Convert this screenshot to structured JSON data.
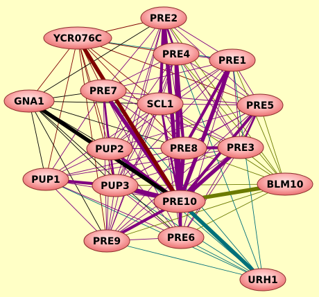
{
  "graph": {
    "nodes": [
      {
        "id": "PRE2",
        "label": "PRE2"
      },
      {
        "id": "YCR076C",
        "label": "YCR076C"
      },
      {
        "id": "PRE4",
        "label": "PRE4"
      },
      {
        "id": "PRE1",
        "label": "PRE1"
      },
      {
        "id": "GNA1",
        "label": "GNA1"
      },
      {
        "id": "PRE7",
        "label": "PRE7"
      },
      {
        "id": "SCL1",
        "label": "SCL1"
      },
      {
        "id": "PRE5",
        "label": "PRE5"
      },
      {
        "id": "PUP2",
        "label": "PUP2"
      },
      {
        "id": "PRE8",
        "label": "PRE8"
      },
      {
        "id": "PRE3",
        "label": "PRE3"
      },
      {
        "id": "PUP1",
        "label": "PUP1"
      },
      {
        "id": "PUP3",
        "label": "PUP3"
      },
      {
        "id": "PRE10",
        "label": "PRE10"
      },
      {
        "id": "BLM10",
        "label": "BLM10"
      },
      {
        "id": "PRE9",
        "label": "PRE9"
      },
      {
        "id": "PRE6",
        "label": "PRE6"
      },
      {
        "id": "URH1",
        "label": "URH1"
      }
    ],
    "edges": [
      {
        "source": "PRE7",
        "target": "PRE10",
        "color": "#800080",
        "weight": 4
      },
      {
        "source": "PRE2",
        "target": "PRE10",
        "color": "#800080",
        "weight": 4
      },
      {
        "source": "PRE4",
        "target": "PRE10",
        "color": "#800080",
        "weight": 4
      },
      {
        "source": "PRE1",
        "target": "PRE10",
        "color": "#800080",
        "weight": 4
      },
      {
        "source": "PRE5",
        "target": "PRE10",
        "color": "#800080",
        "weight": 3
      },
      {
        "source": "PRE3",
        "target": "PRE10",
        "color": "#800080",
        "weight": 4
      },
      {
        "source": "PRE8",
        "target": "PRE10",
        "color": "#800080",
        "weight": 4
      },
      {
        "source": "PUP3",
        "target": "PRE10",
        "color": "#800080",
        "weight": 5
      },
      {
        "source": "PUP2",
        "target": "PRE10",
        "color": "#800080",
        "weight": 3
      },
      {
        "source": "PUP1",
        "target": "PUP3",
        "color": "#800080",
        "weight": 3
      },
      {
        "source": "PRE9",
        "target": "PRE10",
        "color": "#800080",
        "weight": 3
      },
      {
        "source": "PRE6",
        "target": "PRE10",
        "color": "#800080",
        "weight": 3
      },
      {
        "source": "PRE4",
        "target": "PRE8",
        "color": "#800080",
        "weight": 3
      },
      {
        "source": "PRE2",
        "target": "SCL1",
        "color": "#800080",
        "weight": 3
      },
      {
        "source": "PRE1",
        "target": "PRE8",
        "color": "#800080",
        "weight": 3
      },
      {
        "source": "PRE8",
        "target": "PRE3",
        "color": "#800080",
        "weight": 3
      },
      {
        "source": "PRE2",
        "target": "PRE4",
        "color": "#800080",
        "weight": 2
      },
      {
        "source": "PRE5",
        "target": "PRE3",
        "color": "#800080",
        "weight": 2
      },
      {
        "source": "PUP2",
        "target": "PUP3",
        "color": "#800080",
        "weight": 2
      },
      {
        "source": "PRE7",
        "target": "PUP2",
        "color": "#800080",
        "weight": 2
      },
      {
        "source": "YCR076C",
        "target": "PRE10",
        "color": "#800000",
        "weight": 4
      },
      {
        "source": "GNA1",
        "target": "PRE10",
        "color": "#000000",
        "weight": 4
      },
      {
        "source": "BLM10",
        "target": "PRE10",
        "color": "#6b7a00",
        "weight": 4
      },
      {
        "source": "URH1",
        "target": "PRE10",
        "color": "#00707a",
        "weight": 4
      },
      {
        "source": "PRE3",
        "target": "BLM10",
        "color": "#6b7a00",
        "weight": 1
      },
      {
        "source": "PRE5",
        "target": "BLM10",
        "color": "#6b7a00",
        "weight": 1
      },
      {
        "source": "PRE1",
        "target": "BLM10",
        "color": "#6b7a00",
        "weight": 1
      },
      {
        "source": "PRE4",
        "target": "BLM10",
        "color": "#6b7a00",
        "weight": 1
      },
      {
        "source": "SCL1",
        "target": "BLM10",
        "color": "#6b7a00",
        "weight": 1
      },
      {
        "source": "PRE8",
        "target": "BLM10",
        "color": "#6b7a00",
        "weight": 1
      },
      {
        "source": "PUP3",
        "target": "BLM10",
        "color": "#6b7a00",
        "weight": 1
      },
      {
        "source": "PRE6",
        "target": "BLM10",
        "color": "#6b7a00",
        "weight": 1
      },
      {
        "source": "PRE2",
        "target": "BLM10",
        "color": "#6b7a00",
        "weight": 1
      },
      {
        "source": "PUP2",
        "target": "URH1",
        "color": "#00707a",
        "weight": 1
      },
      {
        "source": "PRE9",
        "target": "URH1",
        "color": "#00707a",
        "weight": 1
      },
      {
        "source": "PRE6",
        "target": "URH1",
        "color": "#00707a",
        "weight": 1
      },
      {
        "source": "PUP1",
        "target": "URH1",
        "color": "#00707a",
        "weight": 1
      },
      {
        "source": "PUP3",
        "target": "URH1",
        "color": "#00707a",
        "weight": 1
      },
      {
        "source": "YCR076C",
        "target": "PRE2",
        "color": "#800000",
        "weight": 1
      },
      {
        "source": "YCR076C",
        "target": "PRE4",
        "color": "#800000",
        "weight": 1
      },
      {
        "source": "YCR076C",
        "target": "PRE1",
        "color": "#00707a",
        "weight": 1
      },
      {
        "source": "YCR076C",
        "target": "GNA1",
        "color": "#800000",
        "weight": 1
      },
      {
        "source": "YCR076C",
        "target": "PRE7",
        "color": "#800000",
        "weight": 1
      },
      {
        "source": "YCR076C",
        "target": "SCL1",
        "color": "#800000",
        "weight": 1
      },
      {
        "source": "YCR076C",
        "target": "PUP2",
        "color": "#800000",
        "weight": 1
      },
      {
        "source": "YCR076C",
        "target": "PUP1",
        "color": "#800000",
        "weight": 1
      },
      {
        "source": "YCR076C",
        "target": "PUP3",
        "color": "#800000",
        "weight": 1
      },
      {
        "source": "YCR076C",
        "target": "PRE8",
        "color": "#800000",
        "weight": 1
      },
      {
        "source": "YCR076C",
        "target": "PRE9",
        "color": "#800000",
        "weight": 1
      },
      {
        "source": "YCR076C",
        "target": "PRE5",
        "color": "#800000",
        "weight": 1
      },
      {
        "source": "GNA1",
        "target": "PUP2",
        "color": "#000000",
        "weight": 1
      },
      {
        "source": "GNA1",
        "target": "PUP3",
        "color": "#000000",
        "weight": 1
      },
      {
        "source": "GNA1",
        "target": "PRE9",
        "color": "#000000",
        "weight": 1
      },
      {
        "source": "GNA1",
        "target": "PRE7",
        "color": "#000000",
        "weight": 1
      },
      {
        "source": "GNA1",
        "target": "SCL1",
        "color": "#000000",
        "weight": 1
      },
      {
        "source": "GNA1",
        "target": "PRE8",
        "color": "#000000",
        "weight": 1
      },
      {
        "source": "GNA1",
        "target": "PUP1",
        "color": "#000000",
        "weight": 1
      },
      {
        "source": "GNA1",
        "target": "PRE2",
        "color": "#000000",
        "weight": 1
      },
      {
        "source": "GNA1",
        "target": "PRE6",
        "color": "#000000",
        "weight": 1
      },
      {
        "source": "PRE7",
        "target": "PRE2",
        "color": "#800080",
        "weight": 1
      },
      {
        "source": "PRE7",
        "target": "PRE4",
        "color": "#800080",
        "weight": 1
      },
      {
        "source": "PRE7",
        "target": "PRE1",
        "color": "#800080",
        "weight": 1
      },
      {
        "source": "PRE7",
        "target": "SCL1",
        "color": "#800080",
        "weight": 1
      },
      {
        "source": "PRE7",
        "target": "PRE5",
        "color": "#800080",
        "weight": 1
      },
      {
        "source": "PRE7",
        "target": "PRE8",
        "color": "#800080",
        "weight": 1
      },
      {
        "source": "PRE7",
        "target": "PRE3",
        "color": "#800080",
        "weight": 1
      },
      {
        "source": "PRE7",
        "target": "PUP1",
        "color": "#800080",
        "weight": 1
      },
      {
        "source": "PRE7",
        "target": "PUP3",
        "color": "#800080",
        "weight": 1
      },
      {
        "source": "PRE7",
        "target": "PRE9",
        "color": "#800080",
        "weight": 1
      },
      {
        "source": "PRE7",
        "target": "PRE6",
        "color": "#800080",
        "weight": 1
      },
      {
        "source": "PRE2",
        "target": "PRE1",
        "color": "#800080",
        "weight": 1
      },
      {
        "source": "PRE2",
        "target": "PRE5",
        "color": "#800080",
        "weight": 1
      },
      {
        "source": "PRE2",
        "target": "PUP2",
        "color": "#800080",
        "weight": 1
      },
      {
        "source": "PRE2",
        "target": "PRE8",
        "color": "#800080",
        "weight": 1
      },
      {
        "source": "PRE2",
        "target": "PRE3",
        "color": "#800080",
        "weight": 1
      },
      {
        "source": "PRE2",
        "target": "PUP3",
        "color": "#800080",
        "weight": 1
      },
      {
        "source": "PRE4",
        "target": "PRE1",
        "color": "#800080",
        "weight": 1
      },
      {
        "source": "PRE4",
        "target": "SCL1",
        "color": "#800080",
        "weight": 1
      },
      {
        "source": "PRE4",
        "target": "PRE5",
        "color": "#800080",
        "weight": 1
      },
      {
        "source": "PRE4",
        "target": "PUP2",
        "color": "#800080",
        "weight": 1
      },
      {
        "source": "PRE4",
        "target": "PRE3",
        "color": "#800080",
        "weight": 1
      },
      {
        "source": "PRE4",
        "target": "PUP3",
        "color": "#800080",
        "weight": 1
      },
      {
        "source": "PRE4",
        "target": "PRE9",
        "color": "#800080",
        "weight": 1
      },
      {
        "source": "PRE1",
        "target": "SCL1",
        "color": "#800080",
        "weight": 1
      },
      {
        "source": "PRE1",
        "target": "PRE5",
        "color": "#800080",
        "weight": 1
      },
      {
        "source": "PRE1",
        "target": "PUP2",
        "color": "#800080",
        "weight": 1
      },
      {
        "source": "PRE1",
        "target": "PRE3",
        "color": "#800080",
        "weight": 1
      },
      {
        "source": "PRE1",
        "target": "PUP3",
        "color": "#800080",
        "weight": 1
      },
      {
        "source": "PRE1",
        "target": "PRE6",
        "color": "#800080",
        "weight": 1
      },
      {
        "source": "SCL1",
        "target": "PRE5",
        "color": "#800080",
        "weight": 1
      },
      {
        "source": "SCL1",
        "target": "PUP2",
        "color": "#800080",
        "weight": 1
      },
      {
        "source": "SCL1",
        "target": "PRE8",
        "color": "#800080",
        "weight": 1
      },
      {
        "source": "SCL1",
        "target": "PRE3",
        "color": "#800080",
        "weight": 1
      },
      {
        "source": "SCL1",
        "target": "PUP1",
        "color": "#800080",
        "weight": 1
      },
      {
        "source": "SCL1",
        "target": "PUP3",
        "color": "#800080",
        "weight": 1
      },
      {
        "source": "SCL1",
        "target": "PRE10",
        "color": "#800080",
        "weight": 2
      },
      {
        "source": "SCL1",
        "target": "PRE9",
        "color": "#800080",
        "weight": 1
      },
      {
        "source": "SCL1",
        "target": "PRE6",
        "color": "#800080",
        "weight": 1
      },
      {
        "source": "PRE5",
        "target": "PUP2",
        "color": "#800080",
        "weight": 1
      },
      {
        "source": "PRE5",
        "target": "PRE8",
        "color": "#800080",
        "weight": 1
      },
      {
        "source": "PRE5",
        "target": "PUP3",
        "color": "#800080",
        "weight": 1
      },
      {
        "source": "PRE5",
        "target": "PRE9",
        "color": "#800080",
        "weight": 1
      },
      {
        "source": "PRE5",
        "target": "PRE6",
        "color": "#800080",
        "weight": 1
      },
      {
        "source": "PUP2",
        "target": "PRE8",
        "color": "#800080",
        "weight": 1
      },
      {
        "source": "PUP2",
        "target": "PRE3",
        "color": "#800080",
        "weight": 1
      },
      {
        "source": "PUP2",
        "target": "PUP1",
        "color": "#800080",
        "weight": 1
      },
      {
        "source": "PUP2",
        "target": "PRE9",
        "color": "#800080",
        "weight": 1
      },
      {
        "source": "PUP2",
        "target": "PRE6",
        "color": "#800080",
        "weight": 1
      },
      {
        "source": "PRE8",
        "target": "PUP1",
        "color": "#800080",
        "weight": 1
      },
      {
        "source": "PRE8",
        "target": "PUP3",
        "color": "#800080",
        "weight": 1
      },
      {
        "source": "PRE8",
        "target": "PRE9",
        "color": "#800080",
        "weight": 1
      },
      {
        "source": "PRE8",
        "target": "PRE6",
        "color": "#800080",
        "weight": 1
      },
      {
        "source": "PRE3",
        "target": "PUP1",
        "color": "#800080",
        "weight": 1
      },
      {
        "source": "PRE3",
        "target": "PUP3",
        "color": "#800080",
        "weight": 1
      },
      {
        "source": "PRE3",
        "target": "PRE9",
        "color": "#800080",
        "weight": 1
      },
      {
        "source": "PRE3",
        "target": "PRE6",
        "color": "#800080",
        "weight": 1
      },
      {
        "source": "PUP1",
        "target": "PRE10",
        "color": "#800080",
        "weight": 1
      },
      {
        "source": "PUP1",
        "target": "PRE9",
        "color": "#800080",
        "weight": 1
      },
      {
        "source": "PUP1",
        "target": "PRE6",
        "color": "#800080",
        "weight": 1
      },
      {
        "source": "PUP3",
        "target": "PRE9",
        "color": "#800080",
        "weight": 1
      },
      {
        "source": "PUP3",
        "target": "PRE6",
        "color": "#800080",
        "weight": 1
      },
      {
        "source": "PRE9",
        "target": "PRE6",
        "color": "#800080",
        "weight": 1
      },
      {
        "source": "PRE9",
        "target": "BLM10",
        "color": "#6b7a00",
        "weight": 1
      },
      {
        "source": "PRE1",
        "target": "URH1",
        "color": "#00707a",
        "weight": 1
      },
      {
        "source": "PRE2",
        "target": "URH1",
        "color": "#00707a",
        "weight": 1
      },
      {
        "source": "PRE7",
        "target": "URH1",
        "color": "#00707a",
        "weight": 1
      },
      {
        "source": "PRE4",
        "target": "PRE6",
        "color": "#800080",
        "weight": 1
      },
      {
        "source": "PRE2",
        "target": "PRE9",
        "color": "#800080",
        "weight": 1
      }
    ]
  },
  "colors": {
    "background": "#ffffc6",
    "node_fill_light": "#ffd9d9",
    "node_fill_dark": "#f07878",
    "node_border": "#8a2c2c"
  }
}
